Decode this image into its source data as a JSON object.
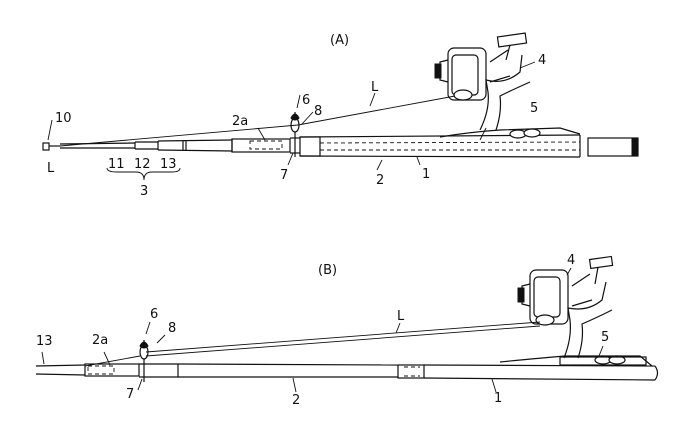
{
  "panels": {
    "a": {
      "title": "(A)",
      "labels": {
        "l_line": "L",
        "l_tip": "L",
        "n1": "1",
        "n2": "2",
        "n2a": "2a",
        "n3": "3",
        "n4": "4",
        "n5": "5",
        "n6": "6",
        "n7": "7",
        "n8": "8",
        "n10": "10",
        "n11": "11",
        "n12": "12",
        "n13": "13"
      }
    },
    "b": {
      "title": "(B)",
      "labels": {
        "l_line": "L",
        "n1": "1",
        "n2": "2",
        "n2a": "2a",
        "n4": "4",
        "n5": "5",
        "n6": "6",
        "n7": "7",
        "n8": "8",
        "n13": "13"
      }
    }
  },
  "colors": {
    "ink": "#111111",
    "paper": "#ffffff"
  }
}
